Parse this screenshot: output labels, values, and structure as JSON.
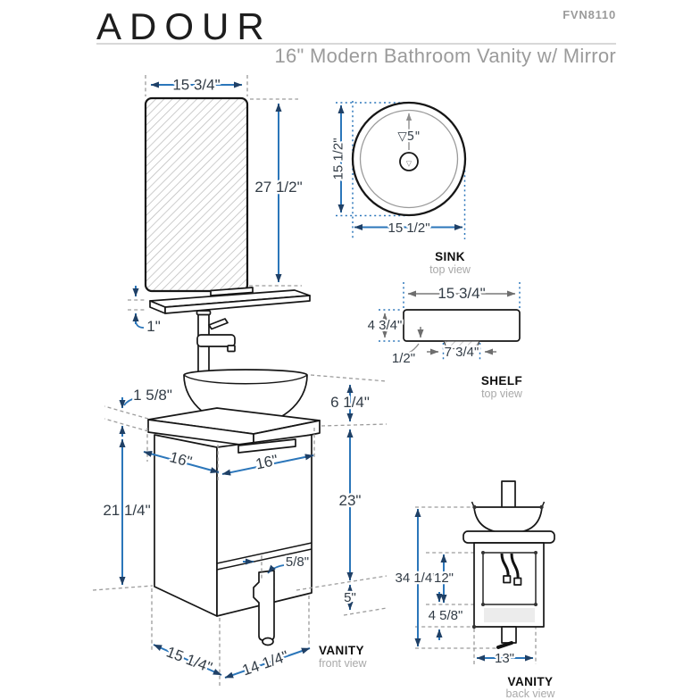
{
  "header": {
    "brand": "ADOUR",
    "model": "FVN8110",
    "subtitle": "16\" Modern Bathroom Vanity w/ Mirror"
  },
  "colors": {
    "accent_blue": "#2b76ba",
    "arrow_navy": "#1f4066",
    "line_black": "#161616",
    "muted_gray": "#9b9b9b"
  },
  "mirror": {
    "width": "15 3/4\"",
    "height": "27 1/2\"",
    "shelf_thickness": "1\""
  },
  "sink_top": {
    "label": "SINK",
    "sublabel": "top view",
    "height": "15 1/2\"",
    "width": "15 1/2\"",
    "depth": "▽5\"",
    "drain_glyph": "▽"
  },
  "shelf_top": {
    "label": "SHELF",
    "sublabel": "top view",
    "width": "15 3/4\"",
    "depth": "4 3/4\"",
    "thickness": "1/2\"",
    "bracket_width": "7 3/4\""
  },
  "vanity_front": {
    "label": "VANITY",
    "sublabel": "front view",
    "counter_thickness": "1 5/8\"",
    "vessel_height": "6 1/4\"",
    "side_depth": "16\"",
    "front_width": "16\"",
    "right_height": "23\"",
    "left_height": "21 1/4\"",
    "drain_offset": "5/8\"",
    "drain_height": "5\"",
    "floor_depth": "15 1/4\"",
    "floor_width": "14 1/4\""
  },
  "vanity_back": {
    "label": "VANITY",
    "sublabel": "back view",
    "total_height": "34 1/4\"",
    "opening_height": "12\"",
    "lower_height": "4 5/8\"",
    "base_width": "13\""
  }
}
